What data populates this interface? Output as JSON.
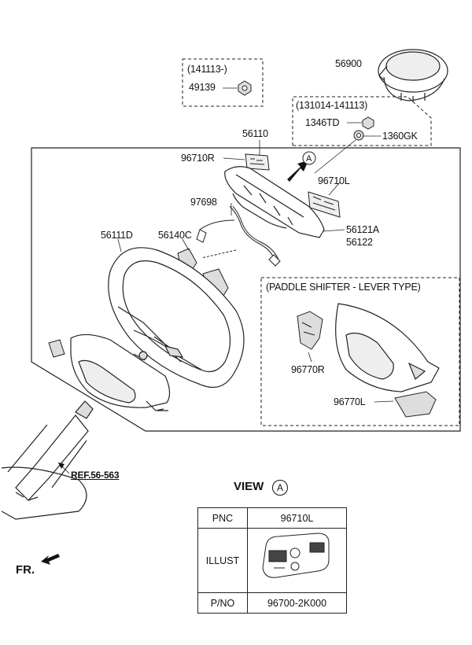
{
  "labels": {
    "p56900": "56900",
    "range_a": "(141113-)",
    "p49139": "49139",
    "range_b": "(131014-141113)",
    "p1346td": "1346TD",
    "p1360gk": "1360GK",
    "p56110": "56110",
    "p96710r": "96710R",
    "view_marker": "A",
    "p96710l": "96710L",
    "p97698": "97698",
    "p56111d": "56111D",
    "p56140c": "56140C",
    "p56121a": "56121A",
    "p56122": "56122",
    "paddle_title": "(PADDLE SHIFTER - LEVER TYPE)",
    "p96770r": "96770R",
    "p96770l": "96770L",
    "ref": "REF.56-563",
    "fr": "FR."
  },
  "view": {
    "title": "VIEW",
    "marker": "A",
    "table": {
      "pnc_label": "PNC",
      "pnc_value": "96710L",
      "illust_label": "ILLUST",
      "pno_label": "P/NO",
      "pno_value": "96700-2K000"
    }
  }
}
